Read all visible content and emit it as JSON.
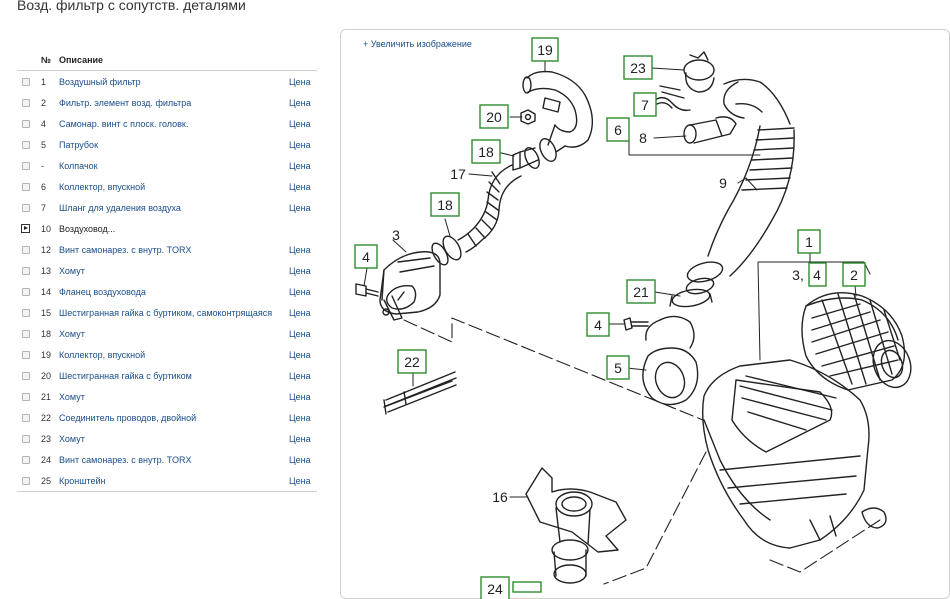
{
  "page_title": "Возд. фильтр с сопутств. деталями",
  "table": {
    "col_number": "№",
    "col_description": "Описание",
    "rows": [
      {
        "num": "1",
        "desc": "Воздушный фильтр",
        "price": "Цена"
      },
      {
        "num": "2",
        "desc": "Фильтр. элемент возд. фильтра",
        "price": "Цена"
      },
      {
        "num": "4",
        "desc": "Самонар. винт с плоск. головк.",
        "price": "Цена"
      },
      {
        "num": "5",
        "desc": "Патрубок",
        "price": "Цена"
      },
      {
        "num": "-",
        "desc": "Колпачок",
        "price": "Цена"
      },
      {
        "num": "6",
        "desc": "Коллектор, впускной",
        "price": "Цена"
      },
      {
        "num": "7",
        "desc": "Шланг для удаления воздуха",
        "price": "Цена"
      },
      {
        "num": "10",
        "desc": "Воздуховод...",
        "price": "",
        "expandable": true
      },
      {
        "num": "12",
        "desc": "Винт самонарез. с внутр. TORX",
        "price": "Цена"
      },
      {
        "num": "13",
        "desc": "Хомут",
        "price": "Цена"
      },
      {
        "num": "14",
        "desc": "Фланец воздуховода",
        "price": "Цена"
      },
      {
        "num": "15",
        "desc": "Шестигранная гайка с буртиком, самоконтрящаяся",
        "price": "Цена"
      },
      {
        "num": "18",
        "desc": "Хомут",
        "price": "Цена"
      },
      {
        "num": "19",
        "desc": "Коллектор, впускной",
        "price": "Цена"
      },
      {
        "num": "20",
        "desc": "Шестигранная гайка с буртиком",
        "price": "Цена"
      },
      {
        "num": "21",
        "desc": "Хомут",
        "price": "Цена"
      },
      {
        "num": "22",
        "desc": "Соединитель проводов, двойной",
        "price": "Цена"
      },
      {
        "num": "23",
        "desc": "Хомут",
        "price": "Цена"
      },
      {
        "num": "24",
        "desc": "Винт самонарез. с внутр. TORX",
        "price": "Цена"
      },
      {
        "num": "25",
        "desc": "Кронштейн",
        "price": "Цена"
      }
    ]
  },
  "diagram": {
    "zoom_link": "+ Увеличить изображение",
    "boxed_labels": {
      "l19": "19",
      "l23": "23",
      "l20": "20",
      "l7": "7",
      "l6": "6",
      "l18a": "18",
      "l18b": "18",
      "l4a": "4",
      "l1": "1",
      "l2": "2",
      "l4b": "4",
      "l21": "21",
      "l4c": "4",
      "l22": "22",
      "l5": "5",
      "l24": "24"
    },
    "plain_labels": {
      "p8": "8",
      "p17": "17",
      "p9": "9",
      "p3a": "3",
      "p3b": "3,",
      "p16": "16"
    },
    "line_color": "#222222",
    "callout_border_color": "#2e8b2e"
  }
}
